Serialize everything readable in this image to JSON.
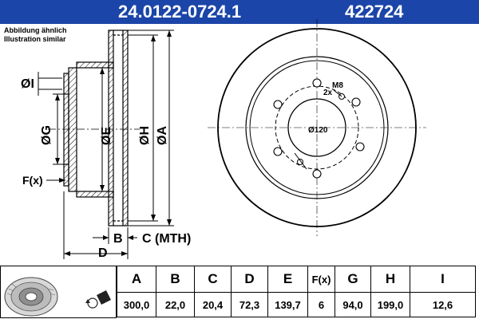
{
  "header": {
    "part_number": "24.0122-0724.1",
    "code": "422724"
  },
  "note": {
    "line1": "Abbildung ähnlich",
    "line2": "Illustration similar"
  },
  "side_view": {
    "labels": {
      "I": "ØI",
      "G": "ØG",
      "E": "ØE",
      "H": "ØH",
      "A": "ØA",
      "F": "F(x)",
      "B": "B",
      "C": "C (MTH)",
      "D": "D"
    }
  },
  "front_view": {
    "bolt": "M8",
    "bolt_count": "2x",
    "pcd": "Ø120"
  },
  "specs": {
    "headers": [
      "A",
      "B",
      "C",
      "D",
      "E",
      "F(x)",
      "G",
      "H",
      "I"
    ],
    "values": [
      "300,0",
      "22,0",
      "20,4",
      "72,3",
      "139,7",
      "6",
      "94,0",
      "199,0",
      "12,6"
    ]
  },
  "colors": {
    "header_bg": "#1b45a8",
    "header_text": "#ffffff",
    "line": "#000000"
  }
}
